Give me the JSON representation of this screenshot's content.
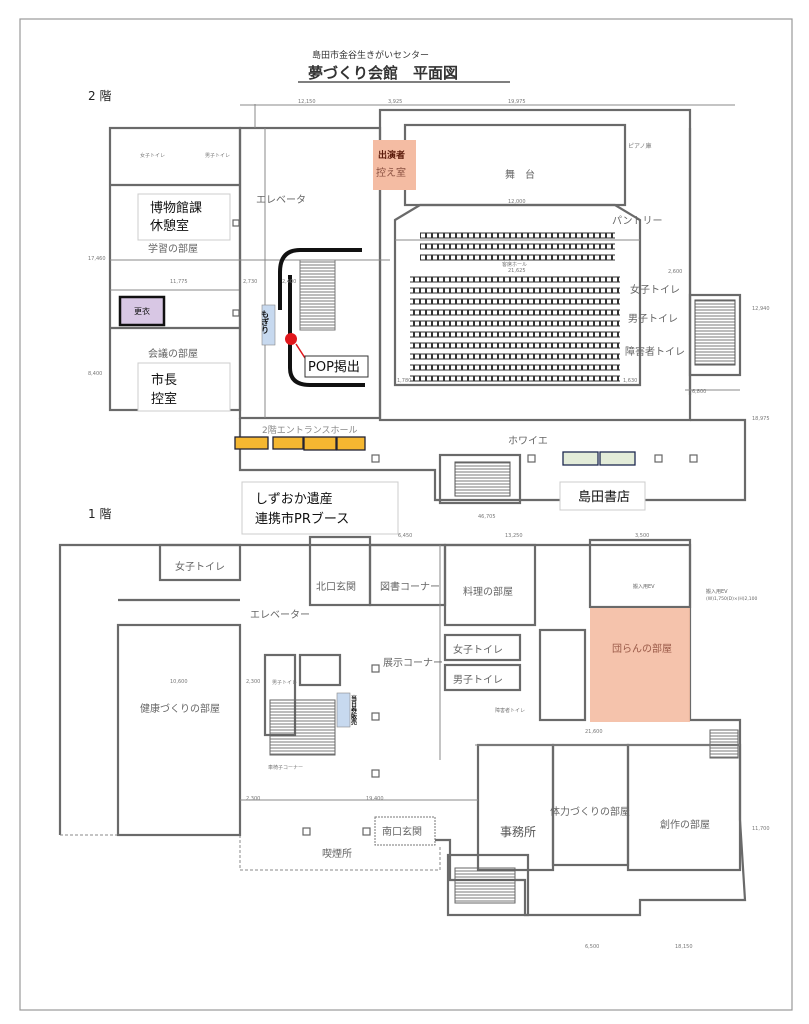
{
  "title": {
    "subtitle": "島田市金谷生きがいセンター",
    "main": "夢づくり会館　平面図"
  },
  "floor2": {
    "label": "2 階",
    "rooms": {
      "museum_rest": [
        "博物館課",
        "休憩室"
      ],
      "study": "学習の部屋",
      "changing": "更衣",
      "meeting": "会議の部屋",
      "mayor": [
        "市長",
        "控室"
      ],
      "elevator": "エレベータ",
      "performer": [
        "出演者",
        "控え室"
      ],
      "stage": "舞　台",
      "hall": "客席ホール",
      "pantry": "パントリー",
      "piano": "ピアノ庫",
      "women_wc": "女子トイレ",
      "men_wc": "男子トイレ",
      "accessible_wc": "障害者トイレ",
      "women_wc_small": "女子トイレ",
      "men_wc_small": "男子トイレ",
      "entrance_hall": "2階エントランスホール",
      "foyer": "ホワイエ",
      "bookstore": "島田書店",
      "pr_booth": [
        "しずおか遺産",
        "連携市PRブース"
      ]
    },
    "markers": {
      "ticket_check": "もぎり",
      "pop": "POP掲出"
    },
    "dimensions": [
      "12,150",
      "3,925",
      "19,975",
      "12,000",
      "21,625",
      "11,775",
      "2,730",
      "2,400",
      "1,780",
      "1,630",
      "6,800",
      "2,600",
      "46,705",
      "17,460",
      "8,400",
      "12,940",
      "18,975"
    ]
  },
  "floor1": {
    "label": "1 階",
    "rooms": {
      "women_wc": "女子トイレ",
      "north_entrance": "北口玄関",
      "library": "図書コーナー",
      "cooking": "料理の部屋",
      "elevator": "エレベーター",
      "exhibit": "展示コーナー",
      "women_wc2": "女子トイレ",
      "men_wc2": "男子トイレ",
      "accessible_wc": "障害者トイレ",
      "health": "健康づくりの部屋",
      "men_wc_small": "男子トイレ",
      "wheelchair": "車椅子コーナー",
      "danran": "団らんの部屋",
      "office": "事務所",
      "fitness": "体力づくりの部屋",
      "craft": "創作の部屋",
      "south_entrance": "南口玄関",
      "smoking": "喫煙所",
      "loading": "搬入用EV",
      "loading_size": "(W)1,750(D)×(H)2,100",
      "loading_room": "搬入用EV"
    },
    "markers": {
      "ticket_sales": "当日券販売"
    },
    "dimensions": [
      "6,450",
      "13,250",
      "3,500",
      "10,600",
      "2,300",
      "2,300",
      "19,400",
      "21,600",
      "6,500",
      "18,150",
      "11,700"
    ]
  },
  "colors": {
    "performer": "#f4bca3",
    "danran": "#f4bca3",
    "changing": "#d8c7e4",
    "booth_yellow": "#f5b731",
    "booth_green": "#e3ecd9",
    "ticket_blue": "#c7d9ef",
    "red_dot": "#e0161b"
  }
}
